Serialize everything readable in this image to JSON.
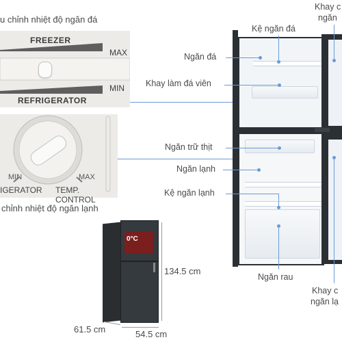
{
  "top_caption": "u chỉnh nhiệt độ ngăn đá",
  "bottom_caption": "chỉnh nhiệt độ ngăn lạnh",
  "freezer_dial": {
    "freezer_label": "FREEZER",
    "refrigerator_label": "REFRIGERATOR",
    "max_label": "MAX",
    "min_label": "MIN"
  },
  "fridge_dial": {
    "min_label": "MIN",
    "max_label": "MAX",
    "refrigerator_label": "IGERATOR",
    "temp_control_label": "TEMP. CONTROL"
  },
  "callouts": {
    "ke_ngan_da": "Kệ ngăn đá",
    "ngan_da": "Ngăn đá",
    "khay_lam_da": "Khay làm đá viên",
    "ngan_tru_thit": "Ngăn trữ thịt",
    "ngan_lanh": "Ngăn lạnh",
    "ke_ngan_lanh": "Kệ ngăn lạnh",
    "ngan_rau": "Ngăn rau",
    "khay_top_line1": "Khay c",
    "khay_top_line2": "ngăn",
    "khay_bottom_line1": "Khay c",
    "khay_bottom_line2": "ngăn lạ"
  },
  "dimensions": {
    "height": "134.5 cm",
    "depth": "61.5 cm",
    "width": "54.5 cm"
  },
  "fridge_screen_text": "0°C",
  "colors": {
    "leader_line": "#6b9ad6",
    "fridge_body": "#2f3438",
    "panel_bg": "#ecebe8"
  }
}
